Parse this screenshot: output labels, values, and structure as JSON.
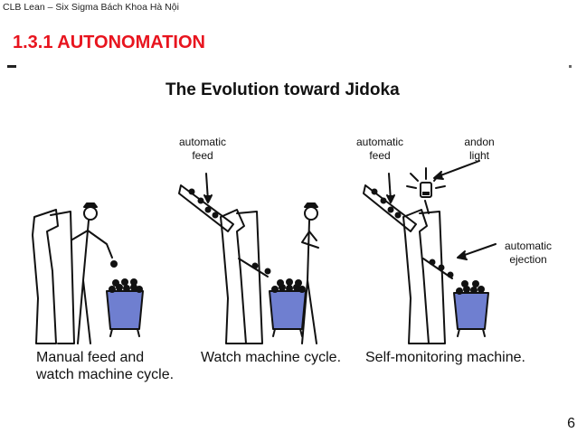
{
  "header": {
    "text": "CLB Lean – Six Sigma Bách Khoa Hà Nội"
  },
  "section": {
    "title": "1.3.1  AUTONOMATION"
  },
  "figure": {
    "title": "The Evolution toward Jidoka",
    "labels": {
      "automatic_feed_1": "automatic\nfeed",
      "automatic_feed_2": "automatic\nfeed",
      "andon_light": "andon\nlight",
      "automatic_ejection": "automatic\nejection"
    },
    "captions": {
      "manual": "Manual feed and\nwatch machine cycle.",
      "watch": "Watch machine cycle.",
      "self": "Self-monitoring machine."
    },
    "bin_color": "#6f7fd0"
  },
  "page": {
    "number": "6"
  }
}
